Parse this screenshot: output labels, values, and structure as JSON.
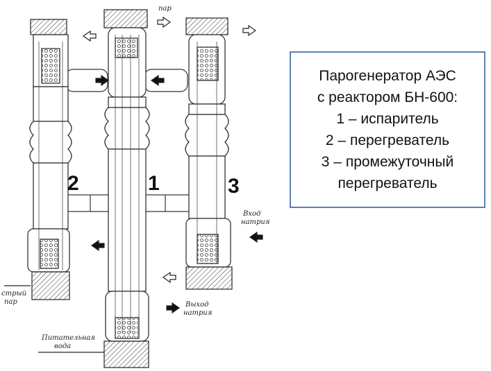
{
  "caption": {
    "lines": [
      "Парогенератор АЭС",
      "с реактором БН-600:",
      "1 – испаритель",
      "2 – перегреватель",
      "3 – промежуточный",
      "перегреватель"
    ]
  },
  "labels": {
    "evaporator_number": "1",
    "superheater_number": "2",
    "intermediate_superheater_number": "3",
    "steam_out": "пар",
    "sodium_in_1": "Вход",
    "sodium_in_2": "натрия",
    "sodium_out_1": "Выход",
    "sodium_out_2": "натрия",
    "feedwater_1": "Питательная",
    "feedwater_2": "вода",
    "raw_steam_1": "стрый",
    "raw_steam_2": "пар"
  },
  "colors": {
    "caption_border": "#5b7fb6",
    "ink": "#222222"
  }
}
